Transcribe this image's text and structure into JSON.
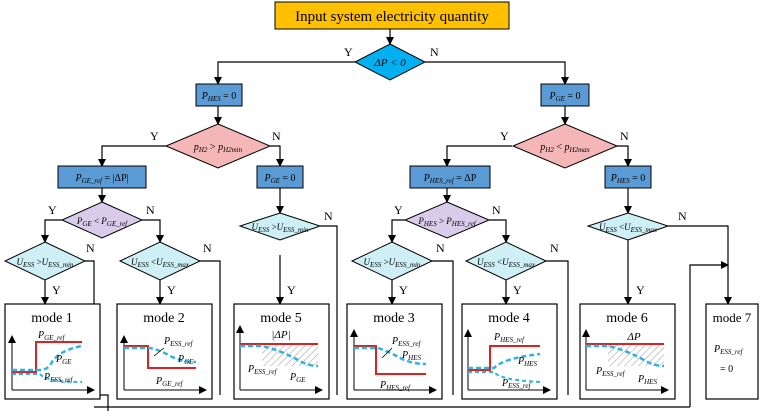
{
  "title": "Input system electricity quantity",
  "decisions": {
    "main": {
      "text": "ΔP < 0",
      "yes": "Y",
      "no": "N"
    },
    "left": {
      "main": "p",
      "sub1": "H2",
      "op": " > ",
      "main2": "p",
      "sub2": "H2min",
      "yes": "Y",
      "no": "N"
    },
    "right": {
      "main": "p",
      "sub1": "H2",
      "op": " < ",
      "main2": "p",
      "sub2": "H2max",
      "yes": "Y",
      "no": "N"
    },
    "ll": {
      "main": "P",
      "sub1": "GE",
      "op": " < ",
      "main2": "P",
      "sub2": "GE_ref",
      "yes": "Y",
      "no": "N"
    },
    "rl": {
      "main": "P",
      "sub1": "HES",
      "op": " > ",
      "main2": "P",
      "sub2": "HES_ref",
      "yes": "Y",
      "no": "N"
    },
    "lll": {
      "main": "U",
      "sub1": "ESS",
      "op": " >",
      "main2": "U",
      "sub2": "ESS_min",
      "yes": "Y",
      "no": "N"
    },
    "llr": {
      "main": "U",
      "sub1": "ESS",
      "op": " <",
      "main2": "U",
      "sub2": "ESS_max",
      "yes": "Y",
      "no": "N"
    },
    "lr": {
      "main": "U",
      "sub1": "ESS",
      "op": " >",
      "main2": "U",
      "sub2": "ESS_min",
      "yes": "Y",
      "no": "N"
    },
    "rll": {
      "main": "U",
      "sub1": "ESS",
      "op": " >",
      "main2": "U",
      "sub2": "ESS_min",
      "yes": "Y",
      "no": "N"
    },
    "rlr": {
      "main": "U",
      "sub1": "ESS",
      "op": " <",
      "main2": "U",
      "sub2": "ESS_max",
      "yes": "Y",
      "no": "N"
    },
    "rr": {
      "main": "U",
      "sub1": "ESS",
      "op": " <",
      "main2": "U",
      "sub2": "ESS_max",
      "yes": "Y",
      "no": "N"
    }
  },
  "processes": {
    "phes0": {
      "main": "P",
      "sub": "HES",
      "rest": " = 0"
    },
    "pge0": {
      "main": "P",
      "sub": "GE",
      "rest": " = 0"
    },
    "pgeref": {
      "main": "P",
      "sub": "GE_ref",
      "rest": " = |ΔP|"
    },
    "pge0b": {
      "main": "P",
      "sub": "GE",
      "rest": " = 0"
    },
    "phesref": {
      "main": "P",
      "sub": "HES_ref",
      "rest": " = ΔP"
    },
    "phes0b": {
      "main": "P",
      "sub": "HES",
      "rest": " = 0"
    }
  },
  "modes": [
    {
      "id": "mode1",
      "label": "mode 1",
      "labels": [
        {
          "m": "P",
          "s": "GE_ref"
        },
        {
          "m": "P",
          "s": "GE"
        },
        {
          "m": "P",
          "s": "ESS_ref"
        }
      ]
    },
    {
      "id": "mode2",
      "label": "mode 2",
      "labels": [
        {
          "m": "P",
          "s": "ESS_ref"
        },
        {
          "m": "P",
          "s": "GE"
        },
        {
          "m": "P",
          "s": "GE_ref"
        }
      ]
    },
    {
      "id": "mode5",
      "label": "mode 5",
      "top": "|ΔP|",
      "labels": [
        {
          "m": "P",
          "s": "ESS_ref"
        },
        {
          "m": "P",
          "s": "GE"
        }
      ]
    },
    {
      "id": "mode3",
      "label": "mode 3",
      "labels": [
        {
          "m": "P",
          "s": "ESS_ref"
        },
        {
          "m": "P",
          "s": "HES"
        },
        {
          "m": "P",
          "s": "HES_ref"
        }
      ]
    },
    {
      "id": "mode4",
      "label": "mode 4",
      "labels": [
        {
          "m": "P",
          "s": "HES_ref"
        },
        {
          "m": "P",
          "s": "HES"
        },
        {
          "m": "P",
          "s": "ESS_ref"
        }
      ]
    },
    {
      "id": "mode6",
      "label": "mode 6",
      "top": "ΔP",
      "labels": [
        {
          "m": "P",
          "s": "ESS_ref"
        },
        {
          "m": "P",
          "s": "HES"
        }
      ]
    },
    {
      "id": "mode7",
      "label": "mode 7",
      "labels": [
        {
          "m": "P",
          "s": "ESS_ref"
        }
      ],
      "tail": "= 0"
    }
  ],
  "colors": {
    "title_fill": "#FFC000",
    "main_decision": "#00B0F0",
    "pink": "#F4B6B6",
    "purple": "#D9CBEA",
    "cyan": "#CDEFF5",
    "process": "#5B9BD5",
    "red_line": "#E02020",
    "blue_dash": "#2FB3E0"
  }
}
